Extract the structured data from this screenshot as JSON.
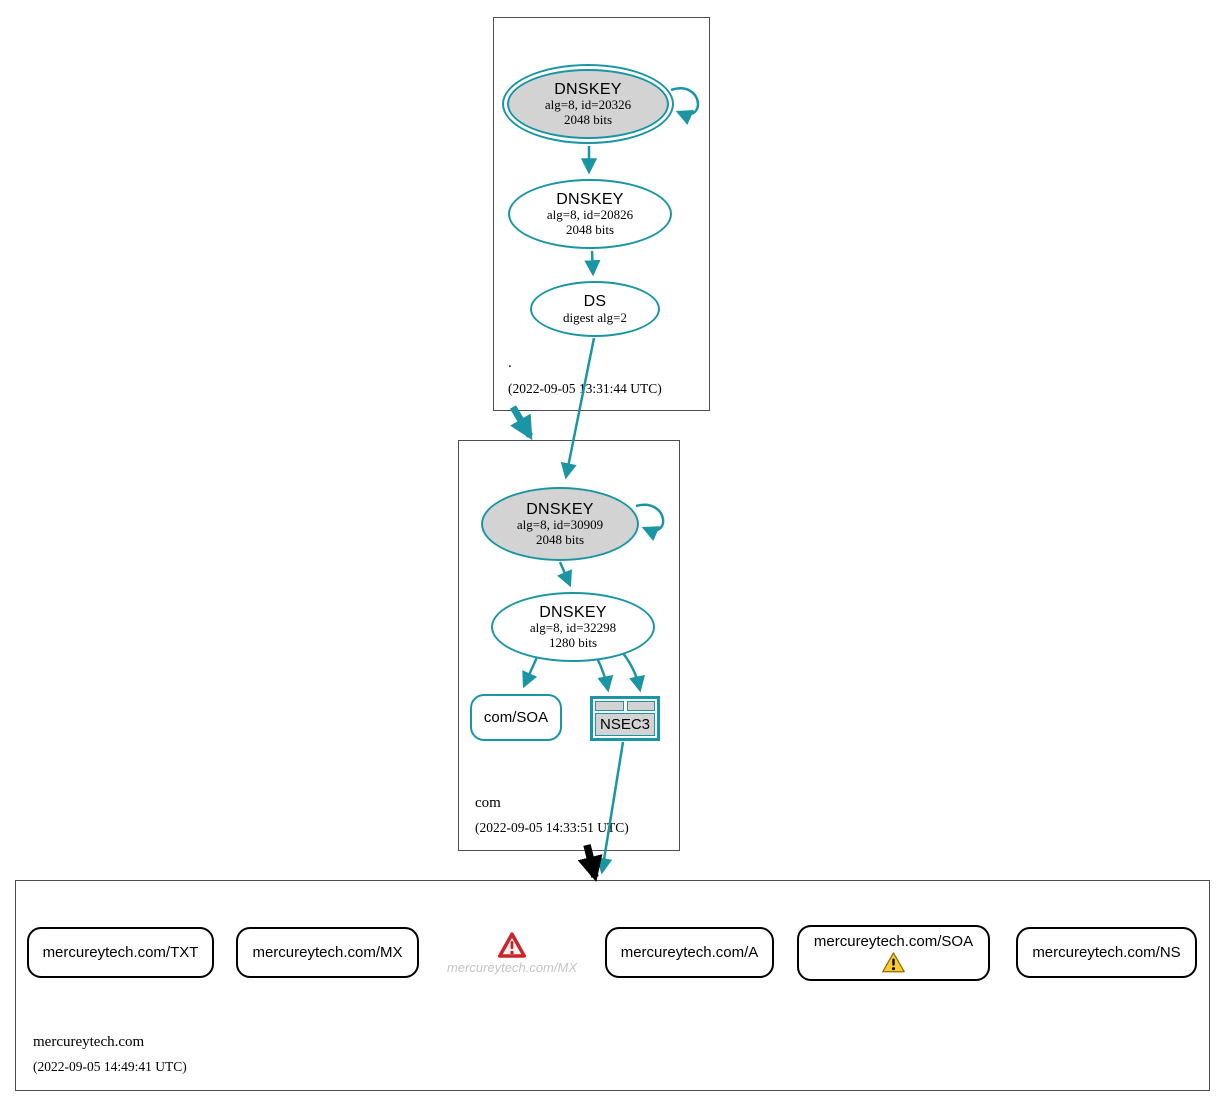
{
  "colors": {
    "secure_teal": "#1a95a4",
    "node_gray_fill": "#d3d3d3",
    "error_red": "#c9252b",
    "warning_yellow": "#fdc930",
    "faded_gray": "#c4c4c4"
  },
  "root_zone": {
    "label": ".",
    "timestamp": "(2022-09-05 13:31:44 UTC)",
    "ksk": {
      "title": "DNSKEY",
      "detail": "alg=8, id=20326",
      "bits": "2048 bits"
    },
    "zsk": {
      "title": "DNSKEY",
      "detail": "alg=8, id=20826",
      "bits": "2048 bits"
    },
    "ds": {
      "title": "DS",
      "detail": "digest alg=2"
    }
  },
  "com_zone": {
    "label": "com",
    "timestamp": "(2022-09-05 14:33:51 UTC)",
    "ksk": {
      "title": "DNSKEY",
      "detail": "alg=8, id=30909",
      "bits": "2048 bits"
    },
    "zsk": {
      "title": "DNSKEY",
      "detail": "alg=8, id=32298",
      "bits": "1280 bits"
    },
    "soa": {
      "label": "com/SOA"
    },
    "nsec3": {
      "label": "NSEC3"
    }
  },
  "mercureytech_zone": {
    "label": "mercureytech.com",
    "timestamp": "(2022-09-05 14:49:41 UTC)",
    "rrsets": {
      "txt": {
        "label": "mercureytech.com/TXT"
      },
      "mx": {
        "label": "mercureytech.com/MX"
      },
      "mx_missing": {
        "label": "mercureytech.com/MX",
        "status": "error"
      },
      "a": {
        "label": "mercureytech.com/A"
      },
      "soa": {
        "label": "mercureytech.com/SOA",
        "status": "warning"
      },
      "ns": {
        "label": "mercureytech.com/NS"
      }
    }
  }
}
